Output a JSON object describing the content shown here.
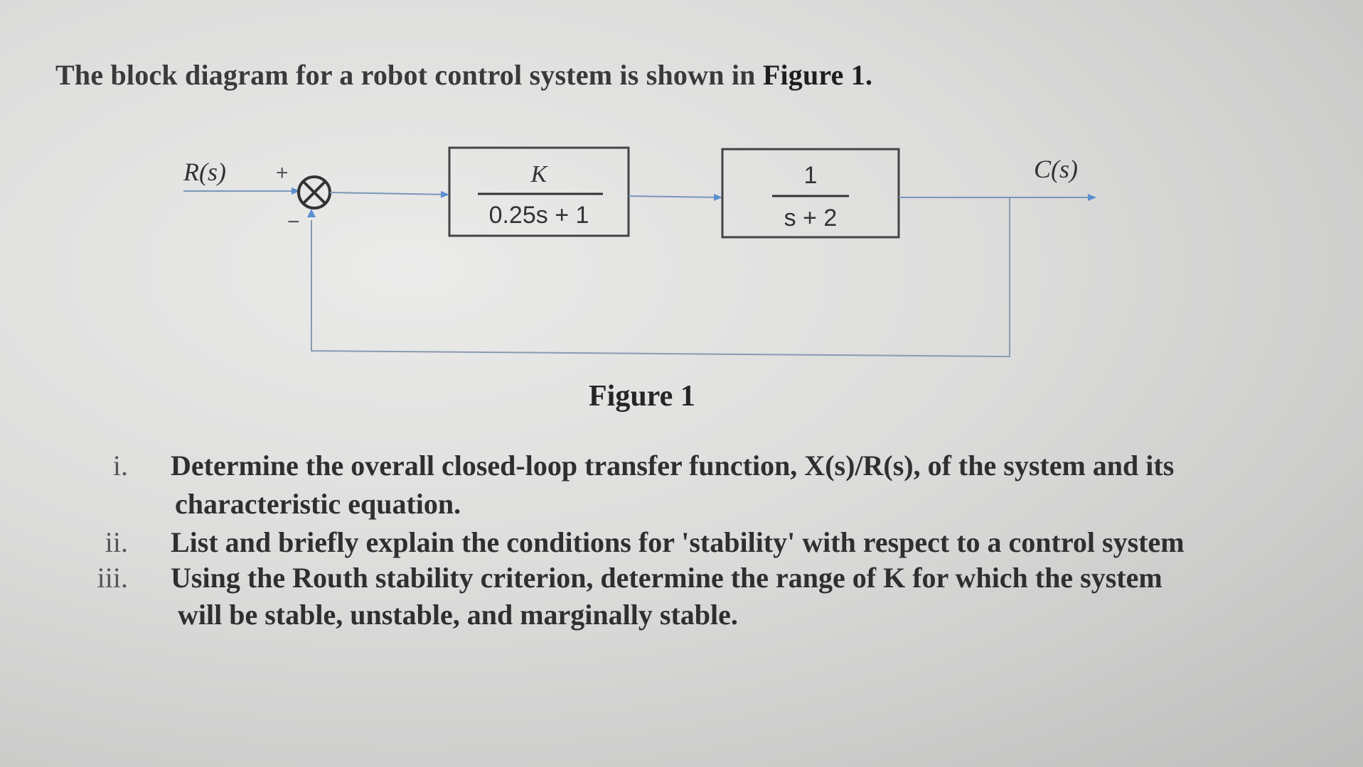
{
  "intro": {
    "text": "The block diagram for a robot control system is shown in ",
    "figure_ref": "Figure 1."
  },
  "diagram": {
    "input_label": "R(s)",
    "output_label": "C(s)",
    "sum_plus": "+",
    "sum_minus": "−",
    "block1": {
      "numerator": "K",
      "denominator": "0.25s + 1"
    },
    "block2": {
      "numerator": "1",
      "denominator": "s + 2"
    }
  },
  "caption": "Figure 1",
  "questions": [
    {
      "num": "i.",
      "line1": "Determine the overall closed-loop transfer function, X(s)/R(s), of the system and its",
      "line2": "characteristic equation."
    },
    {
      "num": "ii.",
      "line1": "List and briefly explain the conditions for 'stability' with respect to a control system"
    },
    {
      "num": "iii.",
      "line1": "Using the Routh stability criterion, determine the range of K for which the system",
      "line2": "will be stable, unstable, and marginally stable."
    }
  ]
}
